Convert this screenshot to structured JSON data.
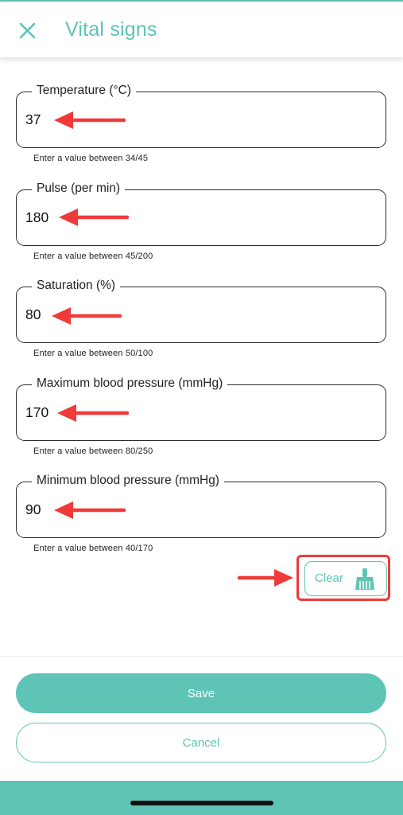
{
  "header": {
    "title": "Vital signs",
    "close_icon": "close-icon"
  },
  "fields": [
    {
      "label": "Temperature (°C)",
      "value": "37",
      "hint": "Enter a value between 34/45"
    },
    {
      "label": "Pulse (per min)",
      "value": "180",
      "hint": "Enter a value between 45/200"
    },
    {
      "label": "Saturation (%)",
      "value": "80",
      "hint": "Enter a value between 50/100"
    },
    {
      "label": "Maximum blood pressure (mmHg)",
      "value": "170",
      "hint": "Enter a value between 80/250"
    },
    {
      "label": "Minimum blood pressure (mmHg)",
      "value": "90",
      "hint": "Enter a value between 40/170"
    }
  ],
  "clear_button": {
    "label": "Clear",
    "icon": "broom-icon"
  },
  "actions": {
    "save_label": "Save",
    "cancel_label": "Cancel"
  },
  "colors": {
    "accent": "#5ec4b6",
    "annotation_red": "#ef3a3a",
    "text": "#111111"
  }
}
